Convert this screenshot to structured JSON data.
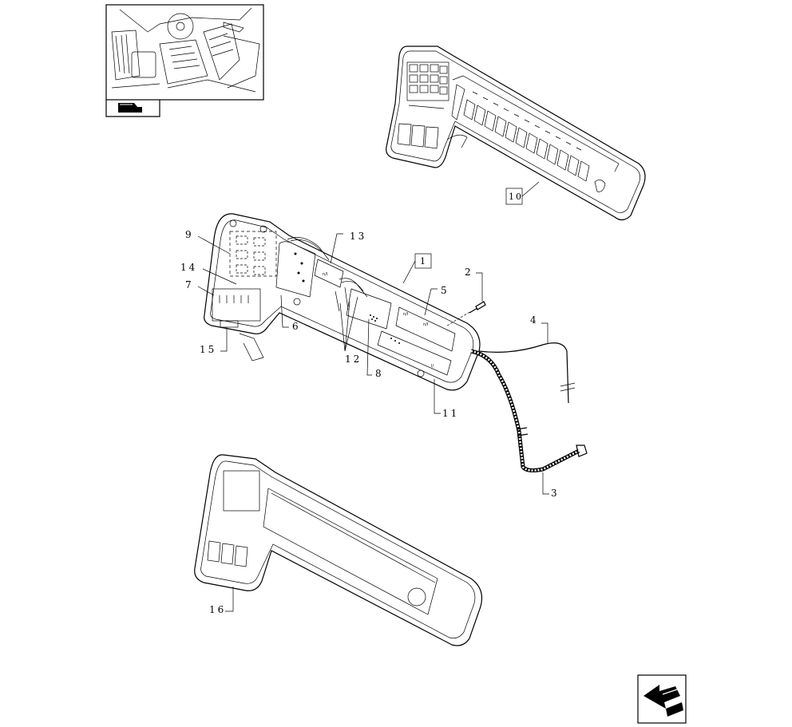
{
  "callouts": {
    "c1": "1",
    "c2": "2",
    "c3": "3",
    "c4": "4",
    "c5": "5",
    "c6": "6",
    "c7": "7",
    "c8": "8",
    "c9": "9",
    "c10": "10",
    "c11": "11",
    "c12": "12",
    "c13": "13",
    "c14": "14",
    "c15": "15",
    "c16": "16"
  },
  "icons": {
    "location_view": "cab-location-thumbnail",
    "orientation_badge": "part-orientation-icon",
    "nav_next": "next-page-arrow-icon"
  }
}
